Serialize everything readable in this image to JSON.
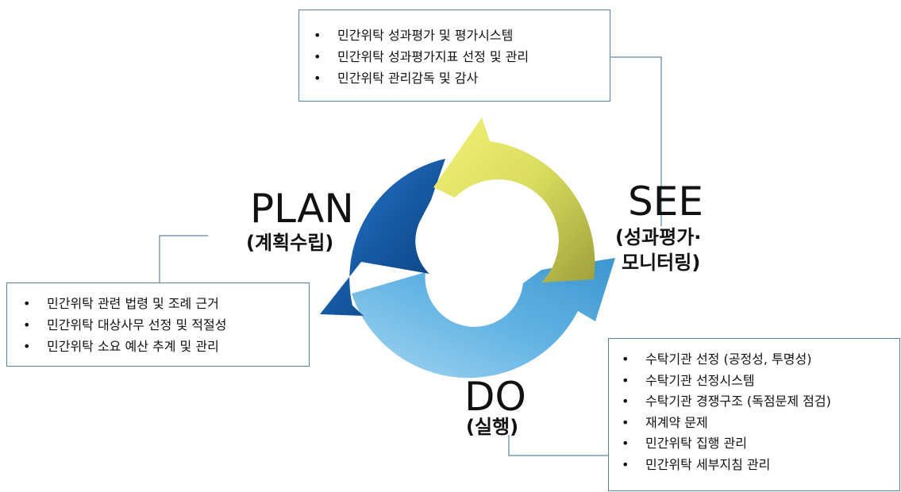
{
  "see": {
    "label": "SEE",
    "sub_line1": "(성과평가·",
    "sub_line2": "모니터링)",
    "items": [
      "민간위탁 성과평가 및 평가시스템",
      "민간위탁 성과평가지표 선정 및 관리",
      "민간위탁 관리감독 및 감사"
    ]
  },
  "plan": {
    "label": "PLAN",
    "sub": "(계획수립)",
    "items": [
      "민간위탁 관련 법령 및 조례 근거",
      "민간위탁 대상사무 선정 및 적절성",
      "민간위탁 소요 예산 추계 및 관리"
    ]
  },
  "do": {
    "label": "DO",
    "sub": "(실행)",
    "items": [
      "수탁기관 선정 (공정성, 투명성)",
      "수탁기관 선정시스템",
      "수탁기관 경쟁구조 (독점문제 점검)",
      "재계약 문제",
      "민간위탁 집행 관리",
      "민간위탁 세부지침 관리"
    ]
  },
  "bullet": "•",
  "colors": {
    "plan_arrow": "#1a5fae",
    "see_arrow": "#d9dc62",
    "do_arrow": "#5fb2e0",
    "box_border": "#5a84a6"
  }
}
